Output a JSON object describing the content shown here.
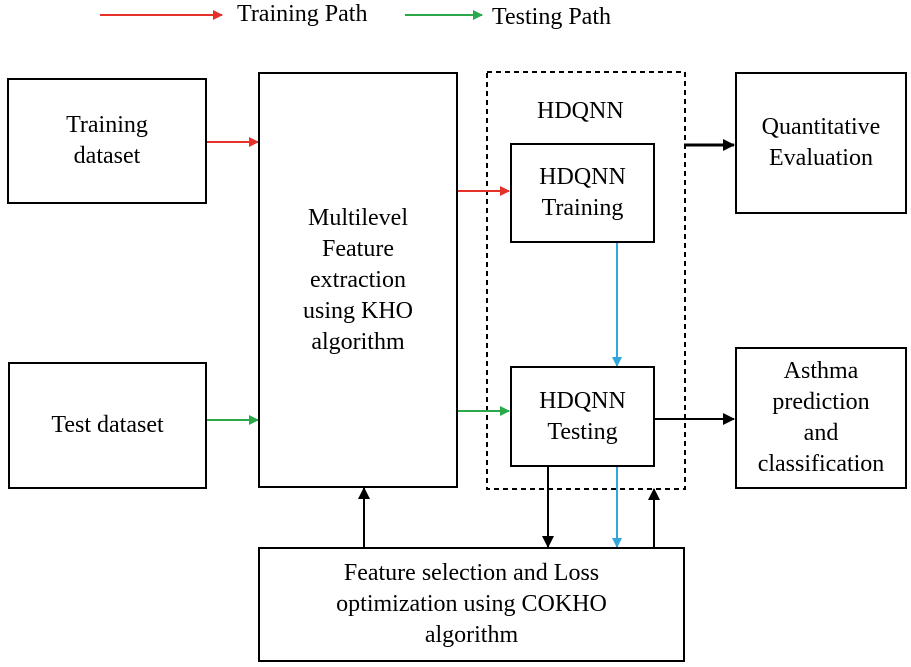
{
  "legend": {
    "training_path": "Training Path",
    "testing_path": "Testing Path"
  },
  "boxes": {
    "training_dataset": [
      "Training",
      "dataset"
    ],
    "test_dataset": [
      "Test dataset"
    ],
    "feature_extraction": [
      "Multilevel",
      "Feature",
      "extraction",
      "using KHO",
      "algorithm"
    ],
    "hdqnn_group_title": "HDQNN",
    "hdqnn_training": [
      "HDQNN",
      "Training"
    ],
    "hdqnn_testing": [
      "HDQNN",
      "Testing"
    ],
    "quantitative_evaluation": [
      "Quantitative",
      "Evaluation"
    ],
    "asthma_prediction": [
      "Asthma",
      "prediction",
      "and",
      "classification"
    ],
    "feature_selection": [
      "Feature selection and Loss",
      "optimization using COKHO",
      "algorithm"
    ]
  },
  "colors": {
    "training_arrow": "#e8302b",
    "testing_arrow": "#2aa84a",
    "internal_arrow": "#2fa6dc",
    "flow_arrow": "#000000"
  }
}
